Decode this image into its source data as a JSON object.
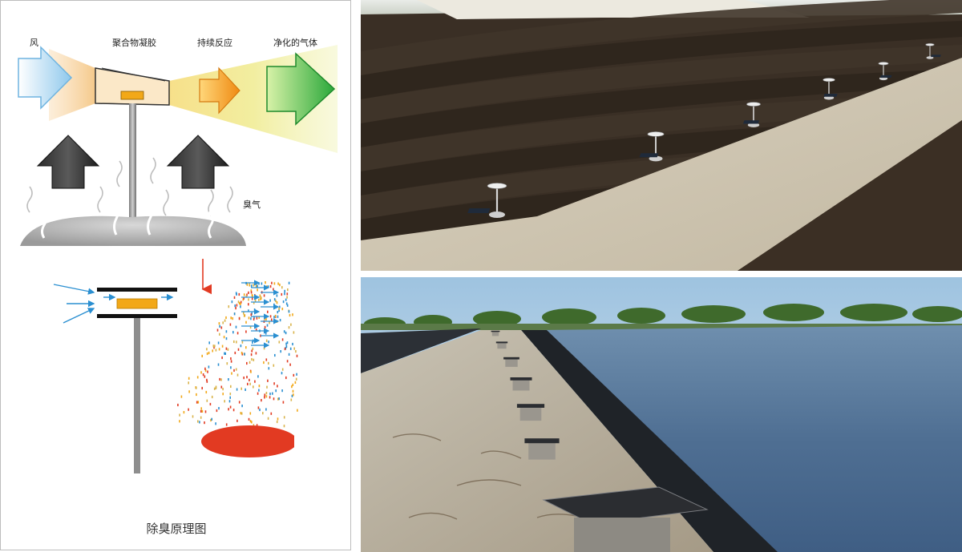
{
  "diagram": {
    "labels": {
      "wind": "风",
      "polymer_gel": "聚合物凝胶",
      "continuous_reaction": "持续反应",
      "purified_gas": "净化的气体",
      "odor": "臭气"
    },
    "caption": "除臭原理图"
  },
  "photos": {
    "top": "compost-windrows-with-odor-sprayers",
    "bottom": "lined-pond-with-odor-sprayers"
  },
  "colors": {
    "wind_arrow": "#9ed0ee",
    "reaction_arrow": "#f39a1e",
    "clean_arrow": "#3cb43c",
    "gel_block": "#f2a818",
    "droplet_red": "#e23a22",
    "flow_arrow_blue": "#2a8fd1"
  }
}
